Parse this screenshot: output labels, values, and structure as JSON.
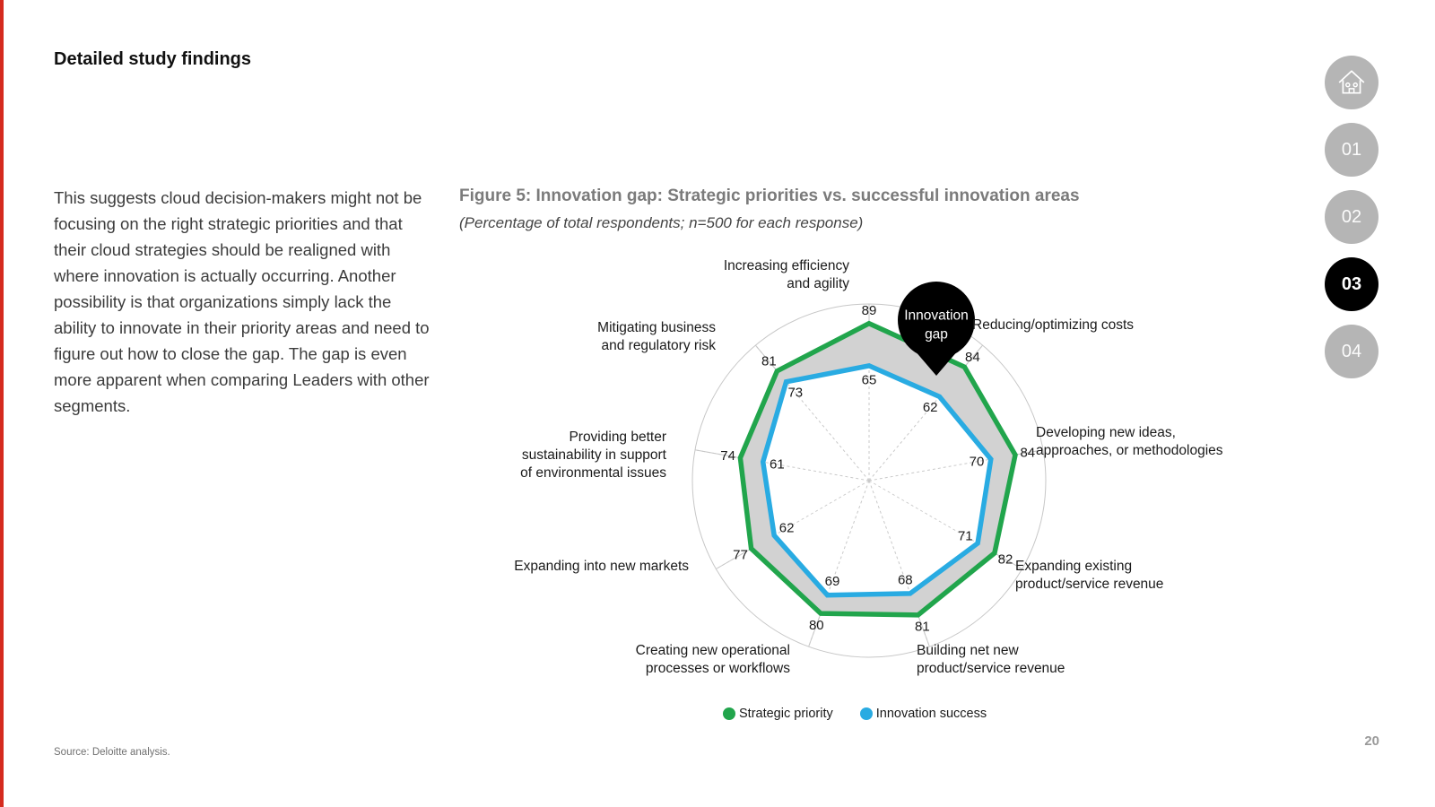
{
  "page": {
    "heading": "Detailed study findings",
    "body_text": "This suggests cloud decision-makers might not be focusing on the right strategic priorities and that their cloud strategies should be realigned with where innovation is actually occurring. Another possibility is that organizations simply lack the ability to innovate in their priority areas and need to figure out how to close the gap. The gap is even more apparent when comparing Leaders with other segments.",
    "source_note": "Source: Deloitte analysis.",
    "page_number": "20"
  },
  "figure": {
    "title": "Figure 5: Innovation gap: Strategic priorities vs. successful innovation areas",
    "subtitle": "(Percentage of total respondents; n=500 for each response)"
  },
  "nav": {
    "home_icon": "home-icon",
    "sections": [
      "01",
      "02",
      "03",
      "04"
    ],
    "active_section": "03"
  },
  "chart_data": {
    "type": "radar",
    "title": "Figure 5: Innovation gap: Strategic priorities vs. successful innovation areas",
    "subtitle": "(Percentage of total respondents; n=500 for each response)",
    "axis_range": [
      0,
      100
    ],
    "grid": "single outer circle with dashed radial axis lines",
    "legend_position": "bottom",
    "gap_band_color": "#d2d2d2",
    "categories": [
      [
        "Increasing efficiency",
        "and agility"
      ],
      [
        "Reducing/optimizing costs"
      ],
      [
        "Developing new ideas,",
        "approaches, or methodologies"
      ],
      [
        "Expanding existing",
        "product/service revenue"
      ],
      [
        "Building net new",
        "product/service revenue"
      ],
      [
        "Creating new operational",
        "processes or workflows"
      ],
      [
        "Expanding into new markets"
      ],
      [
        "Providing better",
        "sustainability in support",
        "of environmental issues"
      ],
      [
        "Mitigating business",
        "and regulatory risk"
      ]
    ],
    "series": [
      {
        "name": "Strategic priority",
        "color": "#21a54c",
        "values": [
          89,
          84,
          84,
          82,
          81,
          80,
          77,
          74,
          81
        ]
      },
      {
        "name": "Innovation success",
        "color": "#29abe2",
        "values": [
          65,
          62,
          70,
          71,
          68,
          69,
          62,
          61,
          73
        ]
      }
    ],
    "annotation": {
      "text_lines": [
        "Innovation",
        "gap"
      ],
      "color": "#000000"
    }
  }
}
